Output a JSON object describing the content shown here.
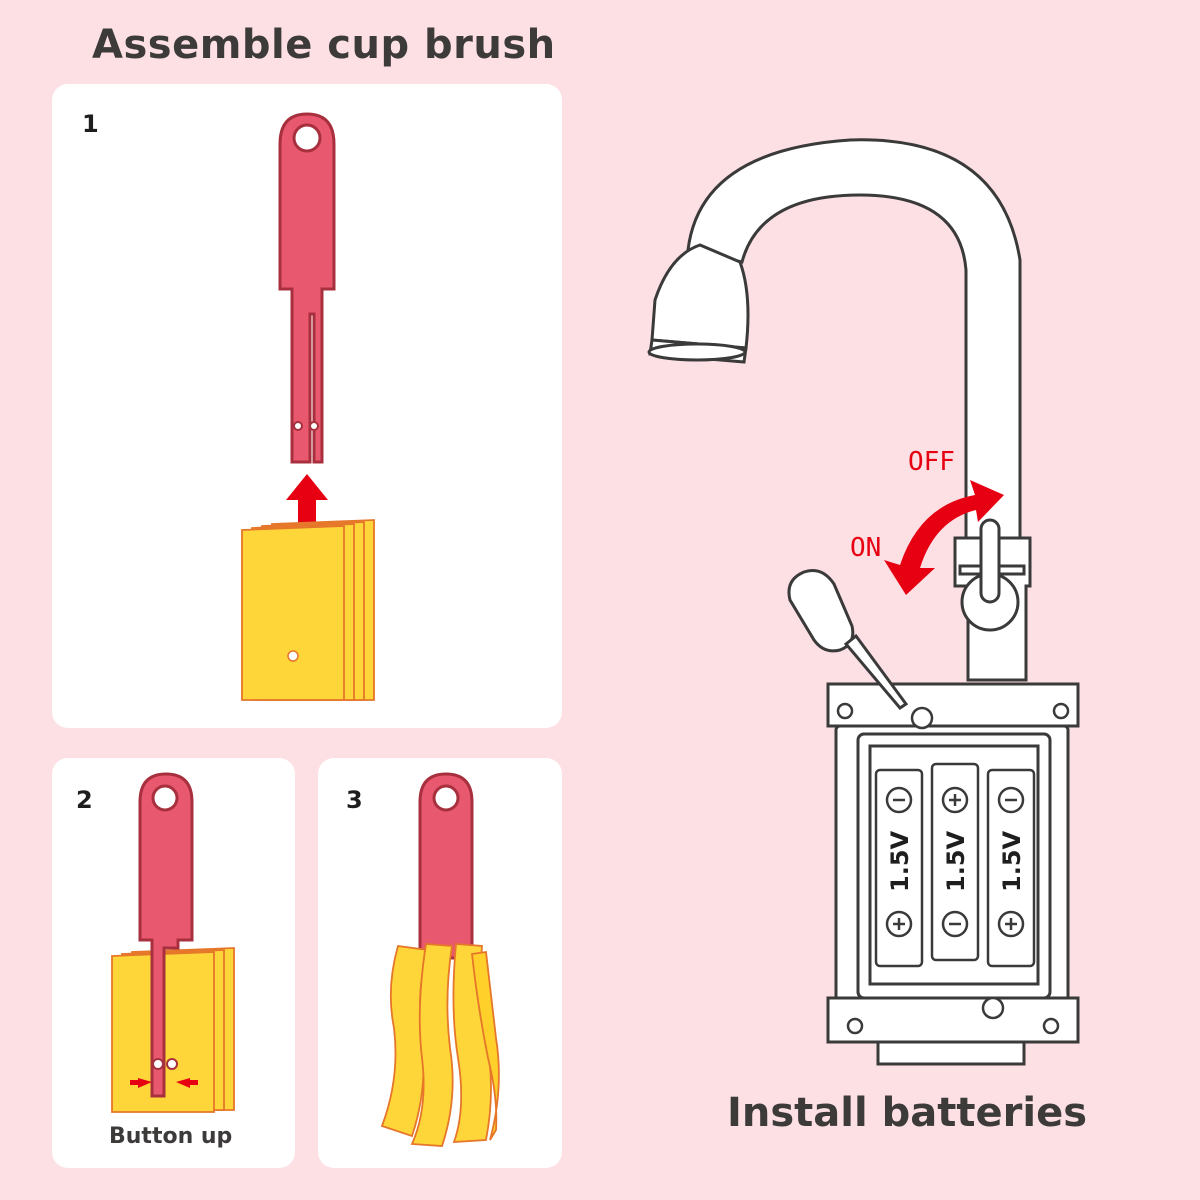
{
  "left_section": {
    "title": "Assemble cup brush",
    "steps": [
      {
        "number": "1"
      },
      {
        "number": "2",
        "caption": "Button up"
      },
      {
        "number": "3"
      }
    ]
  },
  "right_section": {
    "title": "Install batteries",
    "labels": {
      "off": "OFF",
      "on": "ON"
    },
    "battery_voltage": "1.5V",
    "battery_count": 3
  },
  "colors": {
    "background": "#fde0e4",
    "panel": "#ffffff",
    "brush_red": "#e8586e",
    "brush_outline": "#a8303e",
    "sponge_yellow": "#ffd639",
    "sponge_outline": "#e5762a",
    "arrow_red": "#e60012",
    "title_text": "#3d3a3a"
  }
}
